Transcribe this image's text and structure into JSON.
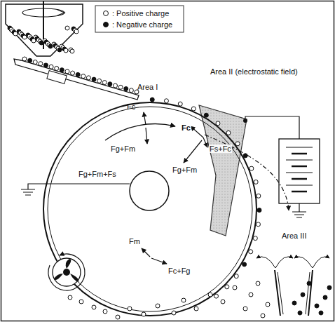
{
  "diagram": {
    "labels": [
      "Area I",
      "Area II (electrostatic field)",
      "Fc",
      "Fg+Fm",
      "Fg+Fm+Fs",
      "Fc",
      "Fs+Fc",
      "Fg+Fm",
      "Fm",
      "Fc+Fg",
      "Area III"
    ],
    "legend": [
      {
        "text": ": Positive charge"
      },
      {
        "text": ": Negative charge"
      }
    ]
  }
}
